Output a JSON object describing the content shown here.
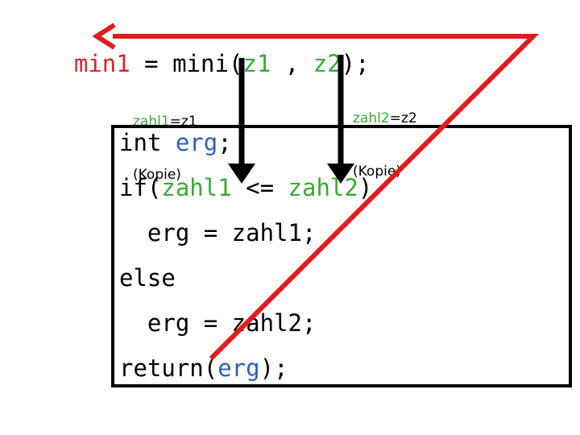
{
  "call_line": {
    "result_var": "min1",
    "assign": " = mini(",
    "arg1": "z1",
    "sep": " , ",
    "arg2": "z2",
    "end": ");"
  },
  "param_notes": {
    "p1": {
      "name": "zahl1",
      "assign": "=z1",
      "note": "(Kopie)"
    },
    "p2": {
      "name": "zahl2",
      "assign": "=z2",
      "note": "(Kopie)"
    }
  },
  "code": {
    "line1_type": "int ",
    "line1_var": "erg",
    "line1_end": ";",
    "line2_start": "if(",
    "line2_a": "zahl1",
    "line2_op": " <= ",
    "line2_b": "zahl2",
    "line2_end": ")",
    "line3": "  erg = zahl1;",
    "line4": "else",
    "line5": "  erg = zahl2;",
    "line6_start": "return(",
    "line6_var": "erg",
    "line6_end": ");"
  },
  "colors": {
    "return_arrow": "#e31b1b",
    "param_arrows": "#000000",
    "keyword_var": "#2f5fb3",
    "arg_green": "#3aaa35",
    "result_red": "#d32828"
  }
}
